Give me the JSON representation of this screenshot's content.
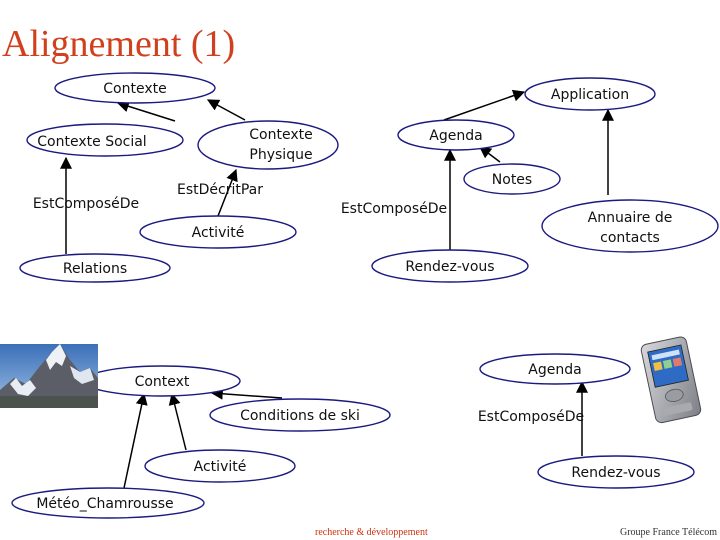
{
  "title": "Alignement (1)",
  "colors": {
    "title": "#d0401e",
    "node_fill": "#ffffff",
    "node_stroke": "#1a1a80",
    "arrow": "#000000",
    "footer_left": "#cc3311"
  },
  "nodes": {
    "contexte": "Contexte",
    "application": "Application",
    "contexte_social": "Contexte Social",
    "contexte_physique_1": "Contexte",
    "contexte_physique_2": "Physique",
    "agenda_top": "Agenda",
    "notes": "Notes",
    "annuaire_1": "Annuaire de",
    "annuaire_2": "contacts",
    "activite_top": "Activité",
    "relations": "Relations",
    "rendez_vous_top": "Rendez-vous",
    "agenda_bottom": "Agenda",
    "context": "Context",
    "conditions_ski": "Conditions de ski",
    "activite_bottom": "Activité",
    "rendez_vous_bottom": "Rendez-vous",
    "meteo": "Météo_Chamrousse"
  },
  "edge_labels": {
    "est_compose_de_left": "EstComposéDe",
    "est_decrit_par": "EstDécritPar",
    "est_compose_de_mid": "EstComposéDe",
    "est_compose_de_bottom": "EstComposéDe"
  },
  "images": {
    "mountain": "mountain-photo",
    "device": "pda-phone"
  },
  "footer": {
    "left": "recherche & développement",
    "right": "Groupe France Télécom"
  }
}
